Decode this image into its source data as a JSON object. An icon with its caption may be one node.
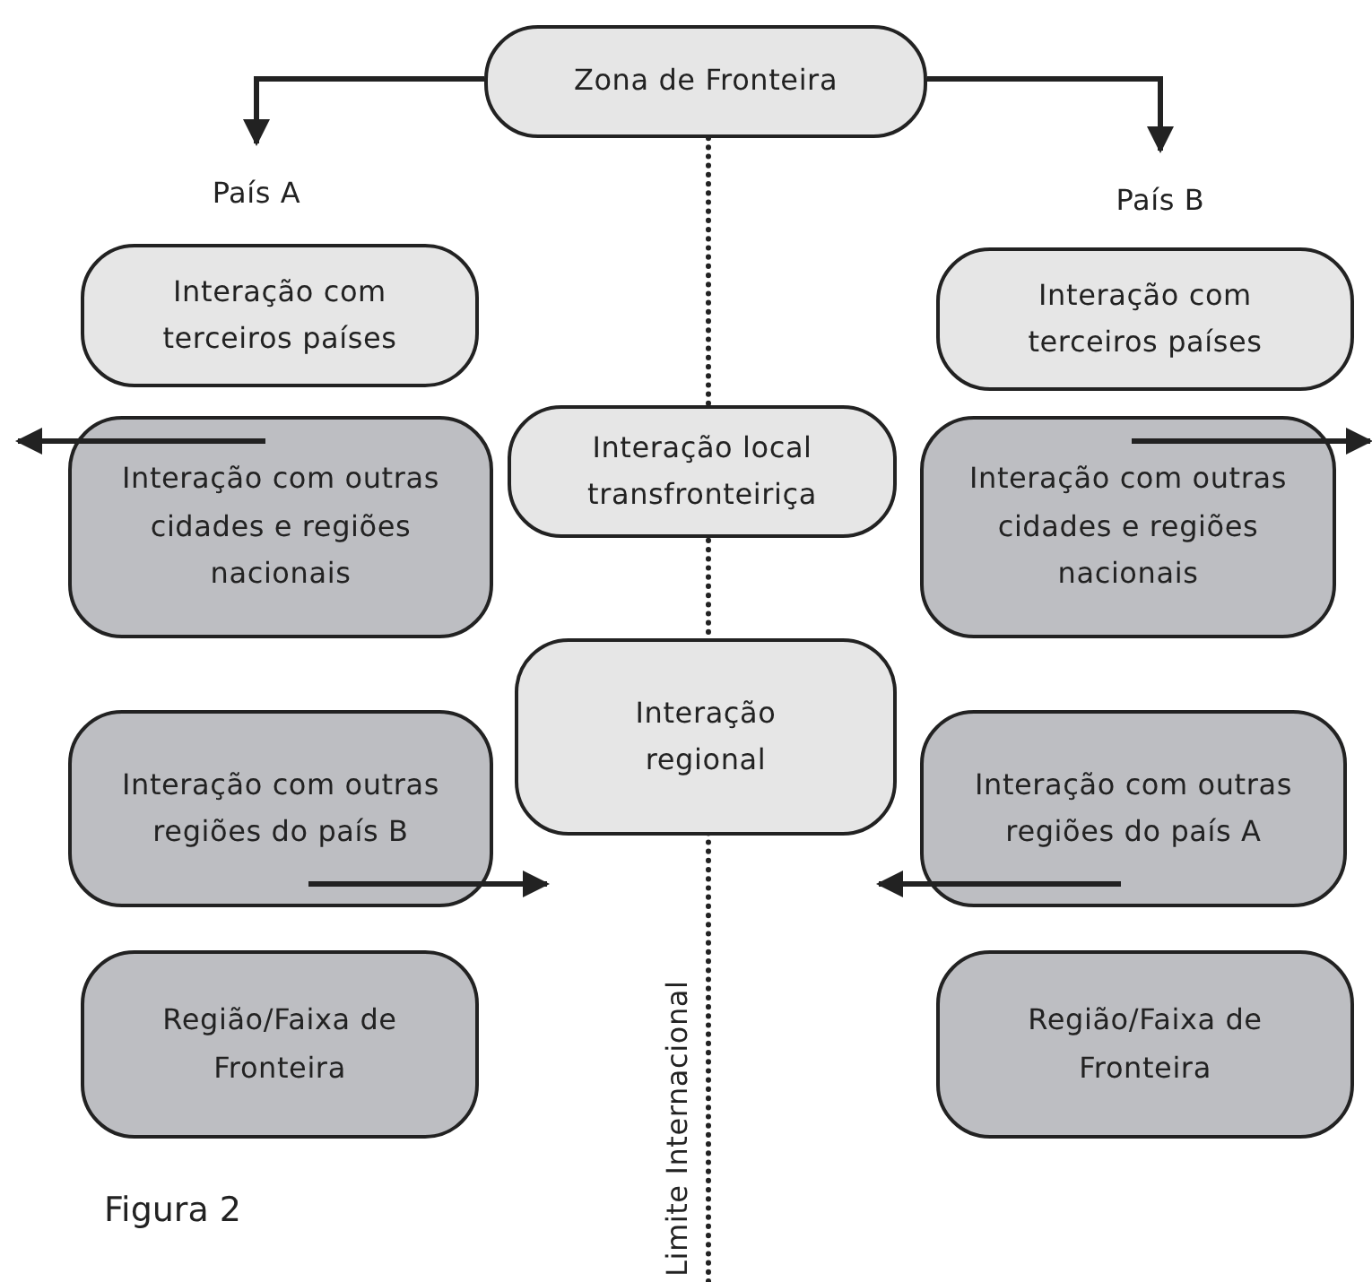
{
  "diagram": {
    "nodes": [
      {
        "text": [
          "Zona de Fronteira"
        ]
      },
      {
        "text": [
          "País A"
        ]
      },
      {
        "text": [
          "País B"
        ]
      },
      {
        "text": [
          "Interação com terceiros países"
        ]
      },
      {
        "text": [
          "Interação com terceiros países"
        ]
      },
      {
        "text": [
          "Interação com outras cidades e regiões nacionais"
        ]
      },
      {
        "text": [
          "Interação local transfronteiriça"
        ]
      },
      {
        "text": [
          "Interação com outras cidades e regiões nacionais"
        ]
      },
      {
        "text": [
          "Interação com outras regiões do país B"
        ]
      },
      {
        "text": [
          "Interação regional"
        ]
      },
      {
        "text": [
          "Interação com outras regiões do país A"
        ]
      },
      {
        "text": [
          "Região/Faixa de Fronteira"
        ]
      },
      {
        "text": [
          "Região/Faixa de Fronteira"
        ]
      }
    ],
    "edges": [
      {
        "from": 0,
        "to": 1,
        "arrow": "to"
      },
      {
        "from": 0,
        "to": 2,
        "arrow": "to"
      },
      {
        "from": 5,
        "to": null,
        "arrow": "to"
      },
      {
        "from": 7,
        "to": null,
        "arrow": "to"
      },
      {
        "from": 8,
        "to": 9,
        "arrow": "to"
      },
      {
        "from": 10,
        "to": 9,
        "arrow": "to"
      }
    ],
    "labels": [
      "Limite Internacional",
      "Figura 2"
    ]
  }
}
